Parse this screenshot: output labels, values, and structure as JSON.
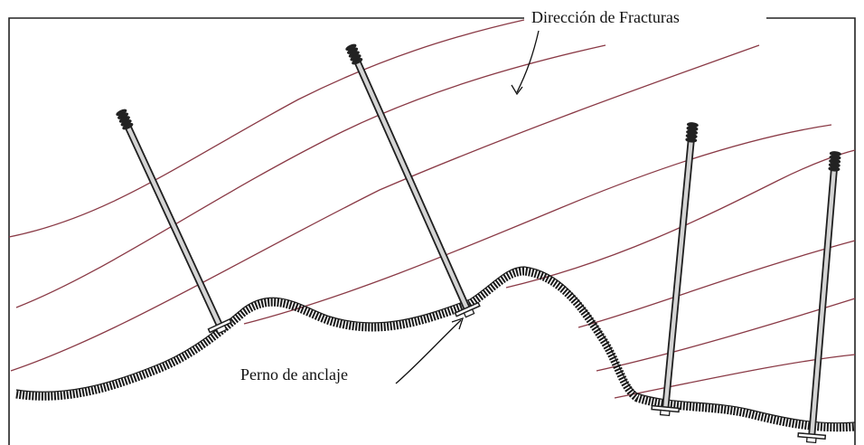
{
  "diagram": {
    "labels": {
      "fracture_direction": "Dirección de Fracturas",
      "anchor_bolt": "Perno de anclaje"
    },
    "colors": {
      "fracture_line": "#8a3a46",
      "frame": "#222222",
      "rock_surface": "#1a1a1a",
      "bolt_rod": "#d4d4d4",
      "bolt_outline": "#1f1f1f",
      "bolt_head": "#222222",
      "background": "#ffffff"
    },
    "bolts": [
      {
        "name": "bolt-1"
      },
      {
        "name": "bolt-2"
      },
      {
        "name": "bolt-3"
      },
      {
        "name": "bolt-4"
      }
    ]
  }
}
